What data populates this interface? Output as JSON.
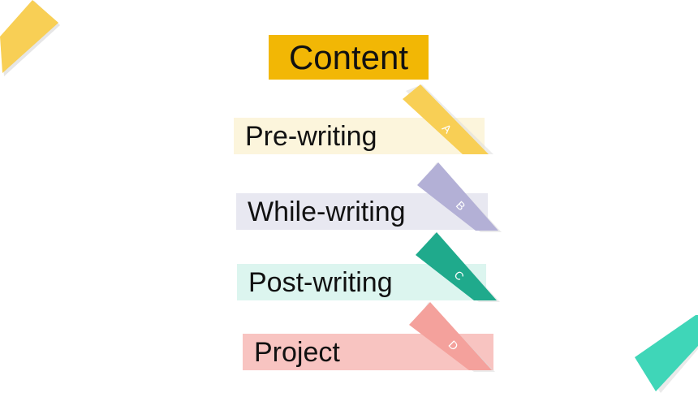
{
  "slide": {
    "title": "Content",
    "items": [
      {
        "label": "Pre-writing",
        "letter": "A",
        "bar_color": "#fcf5dc",
        "tab_color": "#f8cf55"
      },
      {
        "label": "While-writing",
        "letter": "B",
        "bar_color": "#e8e8f1",
        "tab_color": "#b3b0d6"
      },
      {
        "label": "Post-writing",
        "letter": "C",
        "bar_color": "#dcf5ef",
        "tab_color": "#1faa8c"
      },
      {
        "label": "Project",
        "letter": "D",
        "bar_color": "#f8c4c1",
        "tab_color": "#f4a19c"
      }
    ]
  },
  "colors": {
    "title_bg": "#f2b705",
    "corner_top_left": "#f8cf55",
    "corner_bottom_right": "#3fd6b8"
  }
}
